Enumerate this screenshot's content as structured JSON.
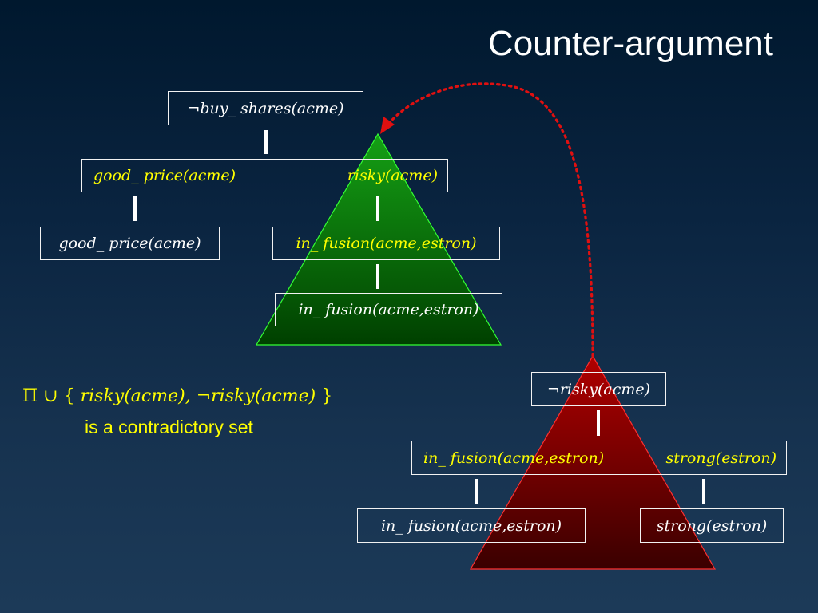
{
  "title": "Counter-argument",
  "argument_tree": {
    "root": "¬buy_ shares(acme)",
    "premises_left": "good_ price(acme)",
    "premises_right": "risky(acme)",
    "left_leaf": "good_ price(acme)",
    "right_node": "in_ fusion(acme,estron)",
    "right_leaf": "in_ fusion(acme,estron)"
  },
  "counter_tree": {
    "root": "¬risky(acme)",
    "premises_left": "in_ fusion(acme,estron)",
    "premises_right": "strong(estron)",
    "left_leaf": "in_ fusion(acme,estron)",
    "right_leaf": "strong(estron)"
  },
  "statement": {
    "formula_prefix": "Π ∪ {",
    "formula_term1": "risky(acme),",
    "formula_term2": "¬risky(acme)",
    "formula_suffix": "}",
    "caption": "is a contradictory set"
  },
  "colors": {
    "green_triangle": "#0b7a0b",
    "red_triangle": "#8a0000",
    "highlight_text": "#ffff00",
    "attack_arrow": "#e01010"
  }
}
